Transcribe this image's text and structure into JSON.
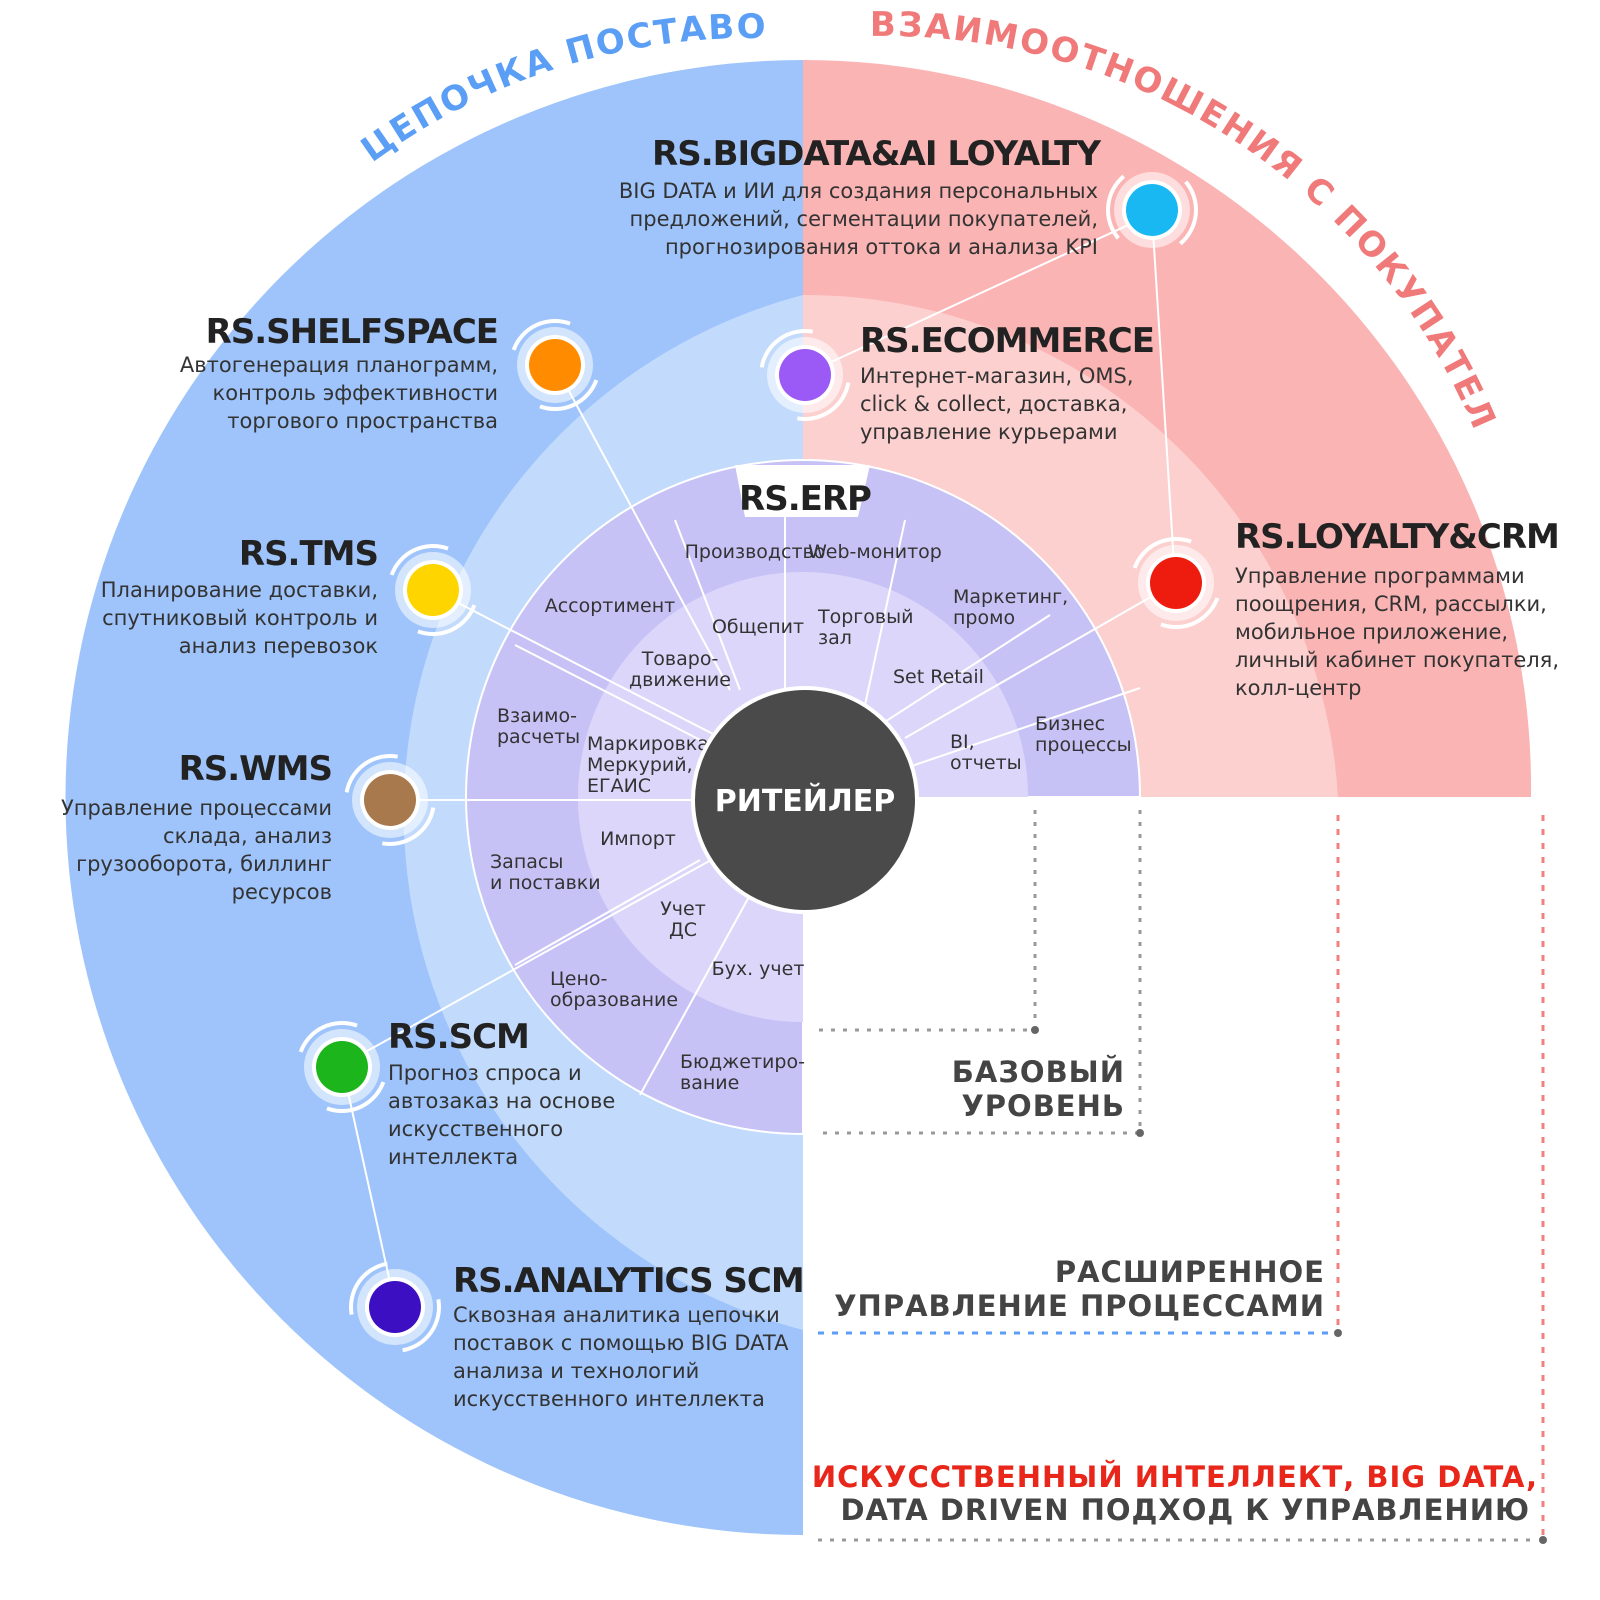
{
  "arcs": {
    "supply_chain": "ЦЕПОЧКА ПОСТАВОК",
    "customer_relations": "ВЗАИМООТНОШЕНИЯ С ПОКУПАТЕЛЯМИ"
  },
  "center": {
    "label": "РИТЕЙЛЕР"
  },
  "erp": {
    "title": "RS.ERP",
    "outer_segments": [
      "Производство",
      "Web-монитор",
      "Маркетинг,\nпромо",
      "Бизнес\nпроцессы",
      "Ассортимент",
      "Взаимо-\nрасчеты",
      "Запасы\nи поставки",
      "Цено-\nобразование",
      "Бюджетиро-\nвание"
    ],
    "inner_segments": [
      "Общепит",
      "Торговый\nзал",
      "Set Retail",
      "BI,\nотчеты",
      "Товаро-\nдвижение",
      "Маркировка,\nМеркурий,\nЕГАИС",
      "Импорт",
      "Учет\nДС",
      "Бух. учет"
    ]
  },
  "products": [
    {
      "id": "bigdata",
      "title": "RS.BIGDATA&AI LOYALTY",
      "desc": "BIG DATA и ИИ для создания персональных\nпредложений, сегментации покупателей,\nпрогнозирования оттока и анализа KPI",
      "color": "#1ab8f2"
    },
    {
      "id": "shelfspace",
      "title": "RS.SHELFSPACE",
      "desc": "Автогенерация планограмм,\nконтроль эффективности\nторгового пространства",
      "color": "#ff8c00"
    },
    {
      "id": "ecommerce",
      "title": "RS.ECOMMERCE",
      "desc": "Интернет-магазин, OMS,\nclick & collect, доставка,\nуправление курьерами",
      "color": "#9b59f5"
    },
    {
      "id": "tms",
      "title": "RS.TMS",
      "desc": "Планирование доставки,\nспутниковый контроль и\nанализ перевозок",
      "color": "#ffd500"
    },
    {
      "id": "loyalty",
      "title": "RS.LOYALTY&CRM",
      "desc": "Управление программами\nпоощрения, CRM, рассылки,\nмобильное приложение,\nличный кабинет покупателя,\nколл-центр",
      "color": "#ee1c0e"
    },
    {
      "id": "wms",
      "title": "RS.WMS",
      "desc": "Управление процессами\nсклада, анализ\nгрузооборота, биллинг\nресурсов",
      "color": "#a8794c"
    },
    {
      "id": "scm",
      "title": "RS.SCM",
      "desc": "Прогноз спроса и\nавтозаказ на основе\nискусственного\nинтеллекта",
      "color": "#1cb51c"
    },
    {
      "id": "analytics",
      "title": "RS.ANALYTICS SCM",
      "desc": "Сквозная аналитика цепочки\nпоставок с помощью BIG DATA\nанализа и технологий\nискусственного интеллекта",
      "color": "#3d0fc2"
    }
  ],
  "levels": {
    "base": "БАЗОВЫЙ\nУРОВЕНЬ",
    "extended": "РАСШИРЕННОЕ\nУПРАВЛЕНИЕ ПРОЦЕССАМИ",
    "ai_line1": "ИСКУССТВЕННЫЙ ИНТЕЛЛЕКТ, BIG DATA,",
    "ai_line2": "DATA DRIVEN ПОДХОД К УПРАВЛЕНИЮ"
  },
  "colors": {
    "blue_outer": "#9ec4fb",
    "blue_mid": "#c2dbfc",
    "red_outer": "#fbb4b4",
    "red_mid": "#fdd0d0",
    "erp_outer": "#c7c2f6",
    "erp_inner": "#dcd7fa",
    "center": "#4a4a4a",
    "arc_blue_text": "#5b9ef5",
    "arc_red_text": "#f07a7a",
    "ai_red": "#e8261a",
    "text_dark": "#444444"
  }
}
